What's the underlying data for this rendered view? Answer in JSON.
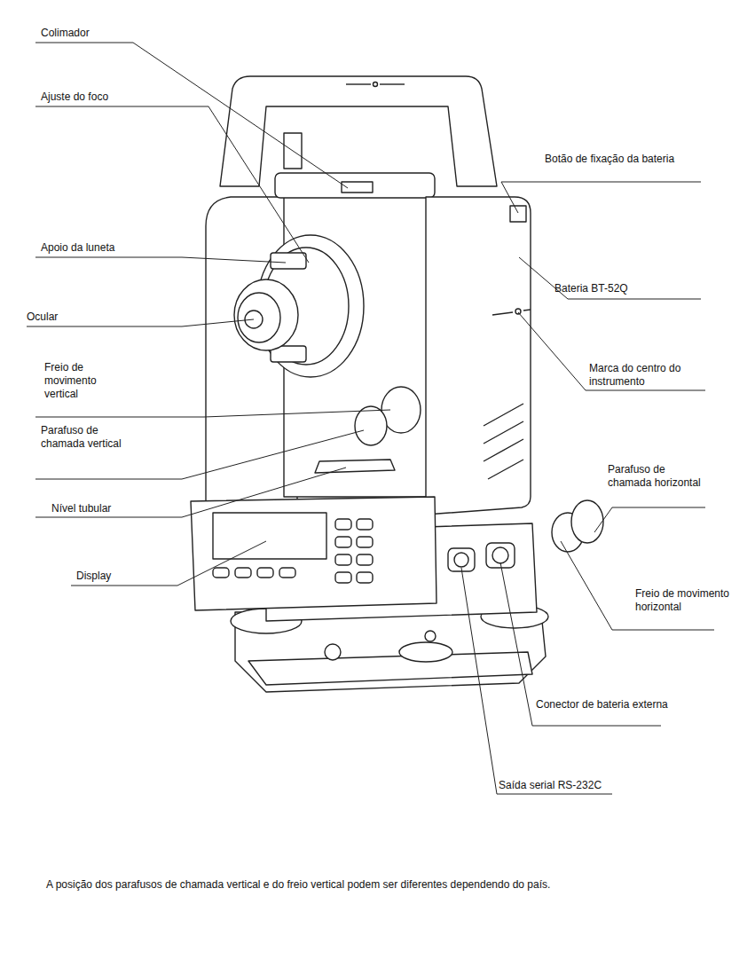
{
  "diagram": {
    "labels": [
      "Colimador",
      "Ajuste do foco",
      "Apoio da luneta",
      "Ocular",
      "Freio de movimento vertical",
      "Parafuso de chamada vertical",
      "Nível tubular",
      "Display",
      "Botão de fixação da bateria",
      "Bateria BT-52Q",
      "Marca do centro do instrumento",
      "Parafuso de chamada horizontal",
      "Freio de movimento horizontal",
      "Conector de bateria externa",
      "Saída serial RS-232C",
      "A posição dos parafusos de chamada vertical e do freio vertical podem ser diferentes dependendo do país."
    ]
  }
}
